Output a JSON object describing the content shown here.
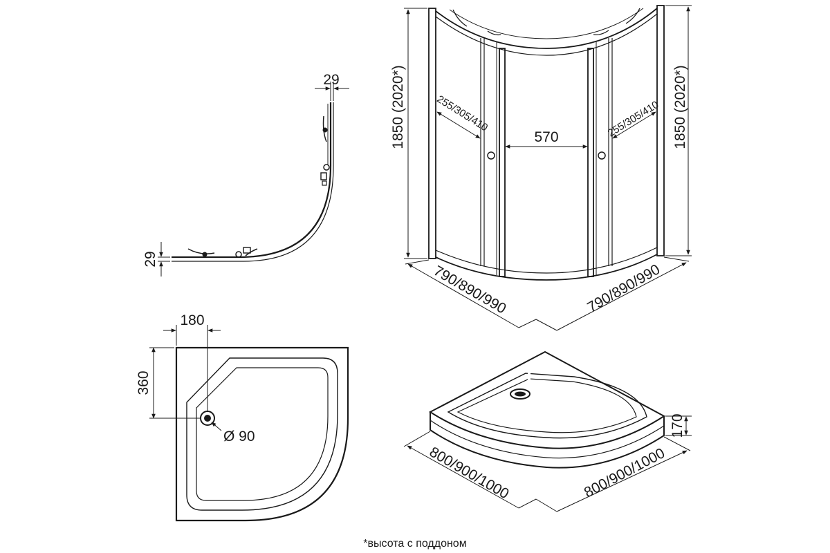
{
  "labels": {
    "profile_gap_top": "29",
    "profile_gap_left": "29",
    "height_left": "1850 (2020*)",
    "height_right": "1850 (2020*)",
    "side_panel_left": "255/305/410",
    "side_panel_right": "255/305/410",
    "door_opening": "570",
    "base_left": "790/890/990",
    "base_right": "790/890/990",
    "drain_offset_x": "180",
    "drain_offset_y": "360",
    "drain_diameter": "Ø 90",
    "tray_height": "170",
    "tray_left": "800/900/1000",
    "tray_right": "800/900/1000",
    "footnote": "*высота с поддоном"
  }
}
